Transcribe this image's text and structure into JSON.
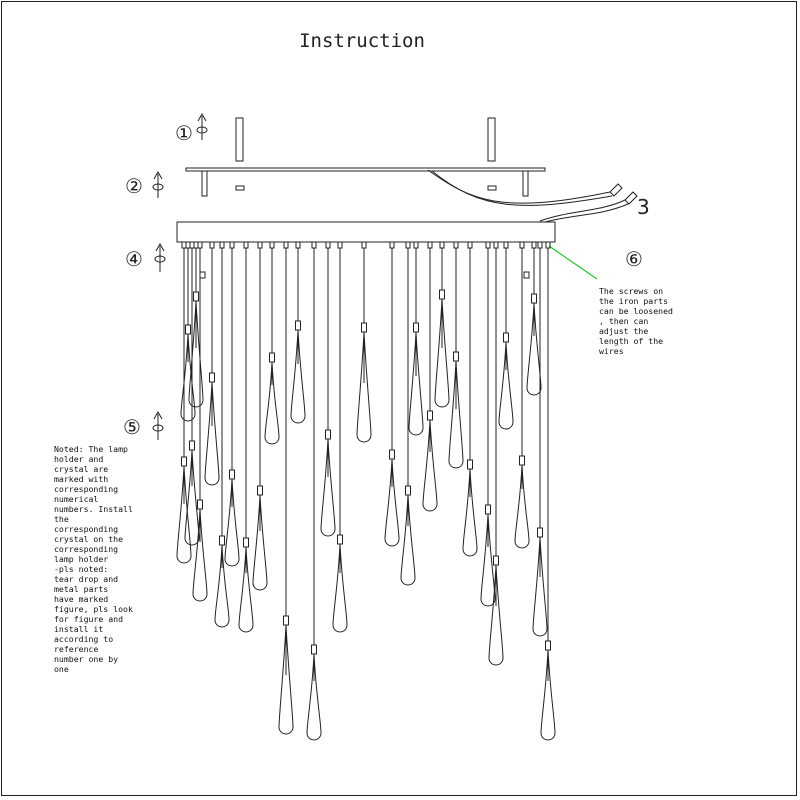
{
  "title": "Instruction",
  "steps": [
    {
      "num": "①"
    },
    {
      "num": "②"
    },
    {
      "num": "3"
    },
    {
      "num": "④"
    },
    {
      "num": "⑤"
    },
    {
      "num": "⑥"
    }
  ],
  "annotation_right": "The screws on\nthe iron parts\ncan be loosened\n, then can\nadjust the\nlength of the\nwires",
  "note_left": "Noted: The lamp\nholder and\ncrystal are\nmarked with\ncorresponding\nnumerical\nnumbers. Install\nthe\ncorresponding\ncrystal on the\ncorresponding\nlamp holder\n-pls noted:\ntear drop and\nmetal parts\nhave marked\nfigure, pls look\nfor figure and\ninstall it\naccording to\nreference\nnumber one by\none",
  "colors": {
    "line": "#222222",
    "leader": "#22cc22"
  }
}
